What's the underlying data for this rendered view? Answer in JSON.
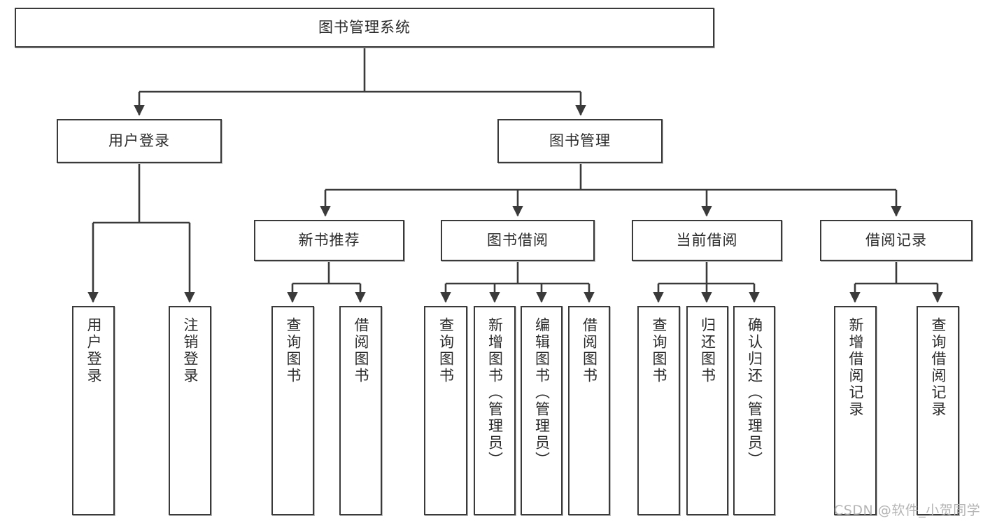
{
  "diagram": {
    "title": "图书管理系统",
    "type": "hierarchy-tree",
    "root": {
      "label": "图书管理系统"
    },
    "level2": [
      {
        "label": "用户登录"
      },
      {
        "label": "图书管理"
      }
    ],
    "level3": [
      {
        "label": "新书推荐",
        "parent": "图书管理"
      },
      {
        "label": "图书借阅",
        "parent": "图书管理"
      },
      {
        "label": "当前借阅",
        "parent": "图书管理"
      },
      {
        "label": "借阅记录",
        "parent": "图书管理"
      }
    ],
    "leaves": [
      {
        "label": "用户登录",
        "parent": "用户登录"
      },
      {
        "label": "注销登录",
        "parent": "用户登录"
      },
      {
        "label": "查询图书",
        "parent": "新书推荐"
      },
      {
        "label": "借阅图书",
        "parent": "新书推荐"
      },
      {
        "label": "查询图书",
        "parent": "图书借阅"
      },
      {
        "label": "新增图书（管理员）",
        "parent": "图书借阅"
      },
      {
        "label": "编辑图书（管理员）",
        "parent": "图书借阅"
      },
      {
        "label": "借阅图书",
        "parent": "图书借阅"
      },
      {
        "label": "查询图书",
        "parent": "当前借阅"
      },
      {
        "label": "归还图书",
        "parent": "当前借阅"
      },
      {
        "label": "确认归还（管理员）",
        "parent": "当前借阅"
      },
      {
        "label": "新增借阅记录",
        "parent": "借阅记录"
      },
      {
        "label": "查询借阅记录",
        "parent": "借阅记录"
      }
    ]
  },
  "watermark": {
    "text": "CSDN @软件_小贺同学"
  },
  "colors": {
    "stroke": "#3a3a3a",
    "background": "#ffffff",
    "text": "#2b2b2b",
    "watermark": "#b5b5b5"
  }
}
